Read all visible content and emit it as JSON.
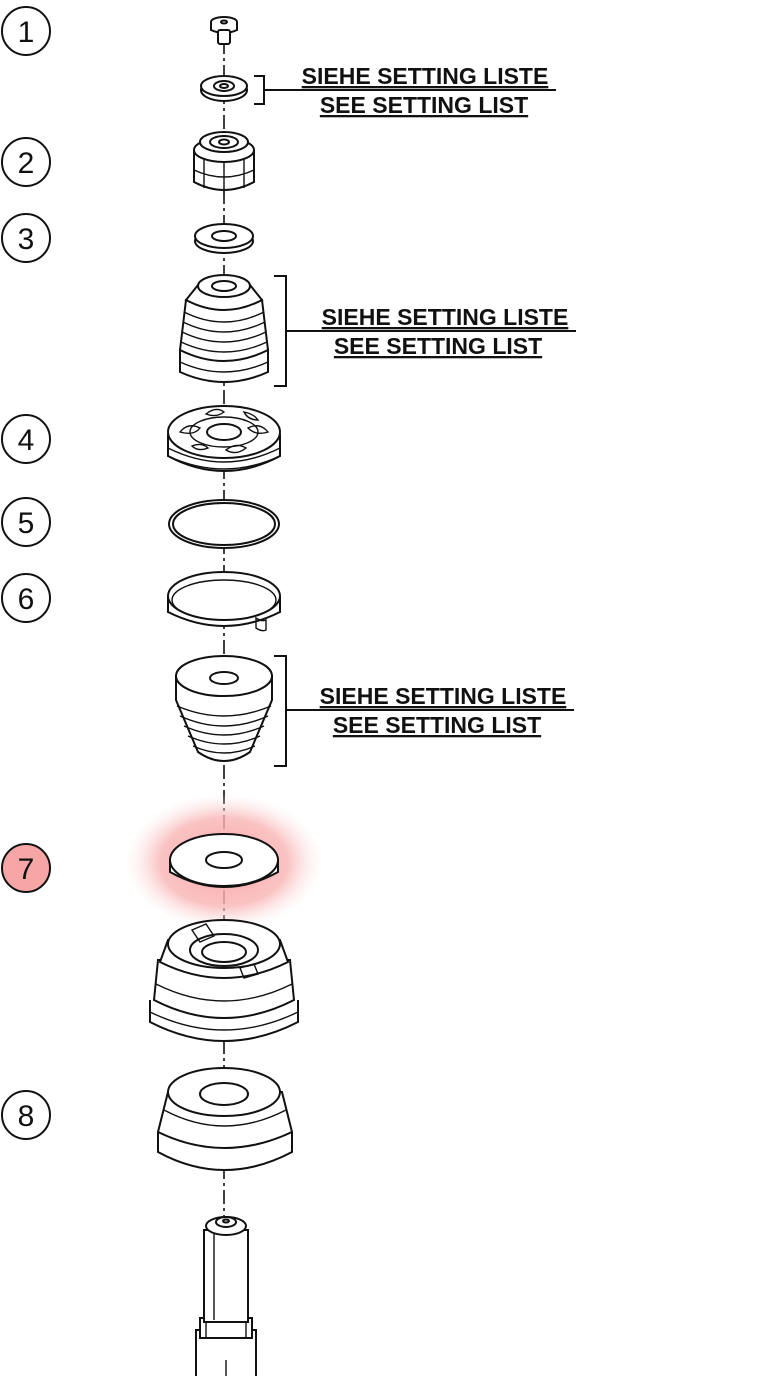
{
  "item_numbers": [
    "1",
    "2",
    "3",
    "4",
    "5",
    "6",
    "7",
    "8"
  ],
  "highlighted_item": "7",
  "callouts": [
    {
      "line1": "SIEHE SETTING LISTE",
      "line2": "SEE SETTING LIST"
    },
    {
      "line1": "SIEHE SETTING LISTE",
      "line2": "SEE SETTING LIST"
    },
    {
      "line1": "SIEHE SETTING LISTE",
      "line2": "SEE SETTING LIST"
    }
  ],
  "colors": {
    "highlight": "#f7a6a6",
    "highlight_glow": "#fbc4c4",
    "line": "#111111"
  }
}
